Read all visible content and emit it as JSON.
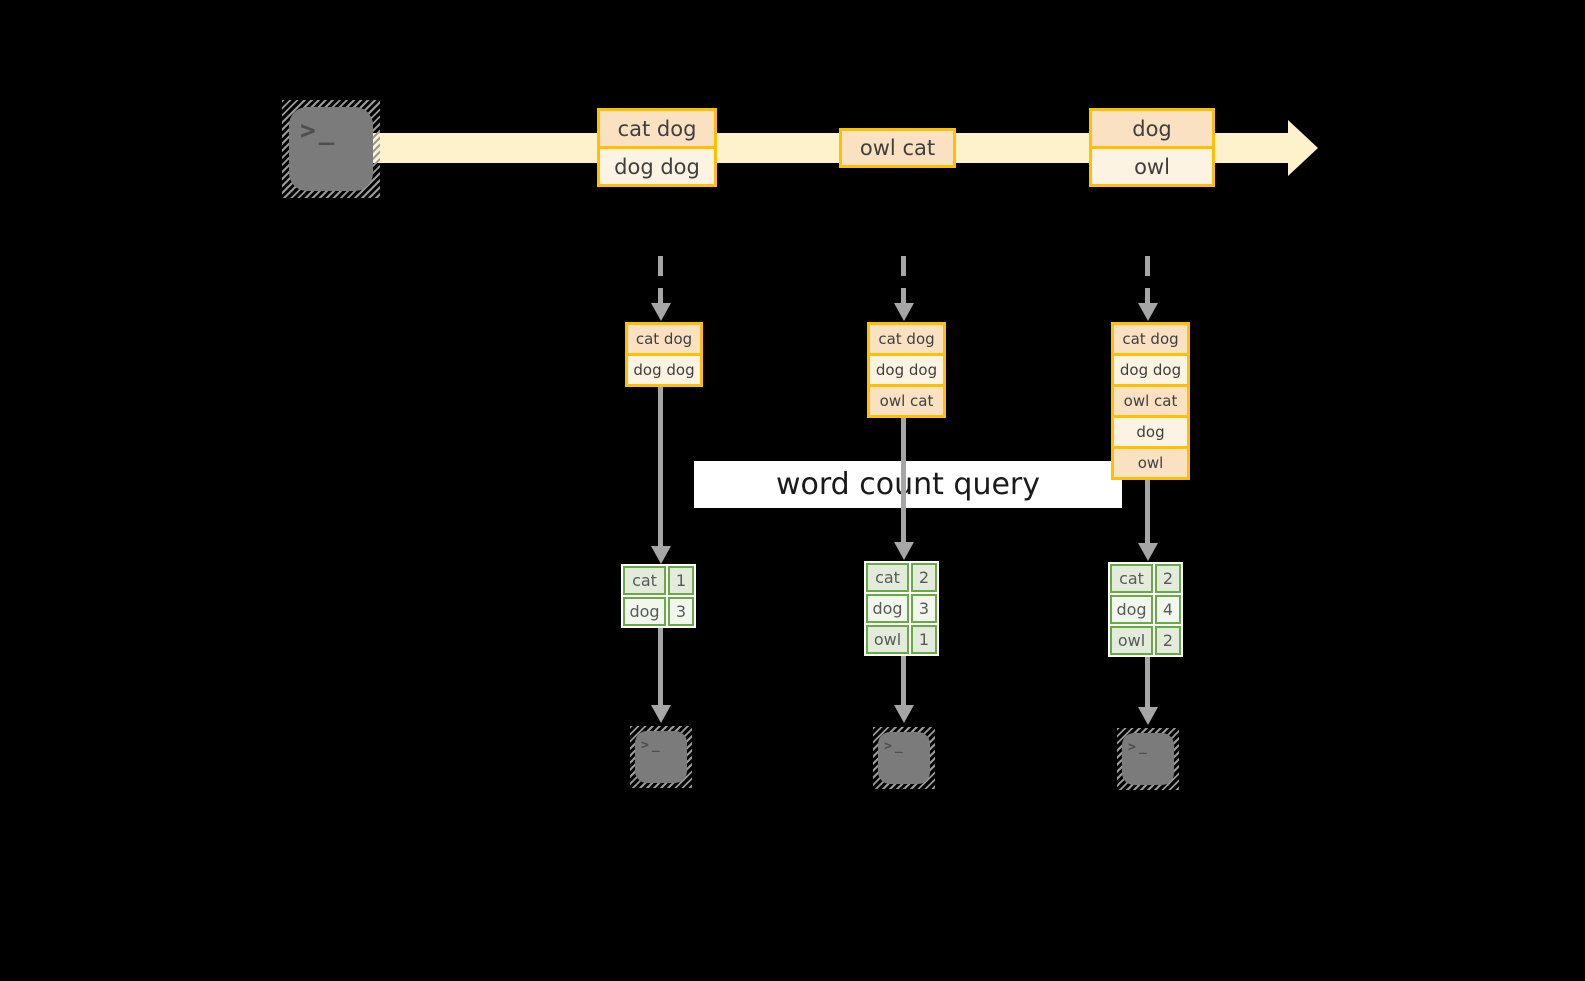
{
  "colors": {
    "background": "#000000",
    "stream_band": "#fdf2cc",
    "record_border": "#fec000",
    "record_fill_dark": "#fae1c2",
    "record_fill_light": "#fdf3e3",
    "table_border": "#6aaa46",
    "table_fill_dark": "#e3ecda",
    "table_fill_light": "#f2f7ee",
    "arrow_gray": "#a6a6a6",
    "terminal_gray": "#7b7b7b",
    "query_band": "#ffffff",
    "text_dark": "#3f3f3f"
  },
  "icons": {
    "terminal_glyph": ">_"
  },
  "stream": {
    "records": [
      {
        "lines": [
          "cat dog",
          "dog dog"
        ]
      },
      {
        "lines": [
          "owl cat"
        ]
      },
      {
        "lines": [
          "dog",
          "owl"
        ]
      }
    ]
  },
  "query": {
    "label": "word count query"
  },
  "pipelines": [
    {
      "buffer": [
        "cat dog",
        "dog dog"
      ],
      "counts": [
        {
          "word": "cat",
          "value": "1"
        },
        {
          "word": "dog",
          "value": "3"
        }
      ]
    },
    {
      "buffer": [
        "cat dog",
        "dog dog",
        "owl cat"
      ],
      "counts": [
        {
          "word": "cat",
          "value": "2"
        },
        {
          "word": "dog",
          "value": "3"
        },
        {
          "word": "owl",
          "value": "1"
        }
      ]
    },
    {
      "buffer": [
        "cat dog",
        "dog dog",
        "owl cat",
        "dog",
        "owl"
      ],
      "counts": [
        {
          "word": "cat",
          "value": "2"
        },
        {
          "word": "dog",
          "value": "4"
        },
        {
          "word": "owl",
          "value": "2"
        }
      ]
    }
  ]
}
